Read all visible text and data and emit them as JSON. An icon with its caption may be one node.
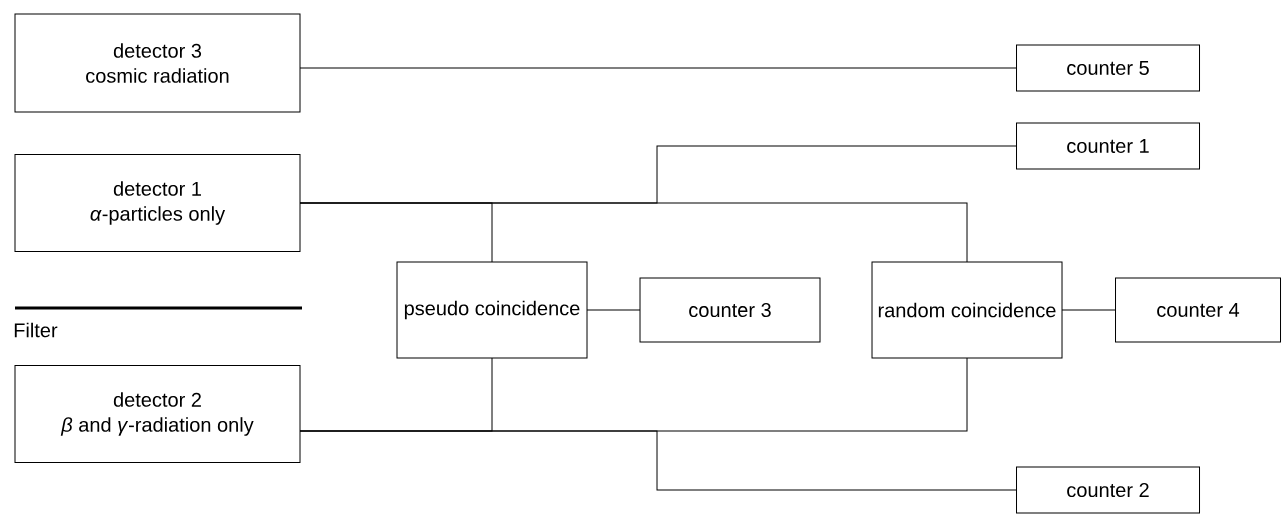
{
  "diagram": {
    "nodes": [
      {
        "text": [
          "detector 3",
          "cosmic radiation"
        ]
      },
      {
        "text": [
          "counter 5"
        ]
      },
      {
        "text": [
          "counter 1"
        ]
      },
      {
        "text": [
          "detector 1",
          "*α*-particles only"
        ]
      },
      {
        "text": [
          "pseudo coincidence"
        ]
      },
      {
        "text": [
          "counter 3"
        ]
      },
      {
        "text": [
          "random coincidence"
        ]
      },
      {
        "text": [
          "counter 4"
        ]
      },
      {
        "text": [
          "detector 2",
          "*β* and *γ*-radiation only"
        ]
      },
      {
        "text": [
          "counter 2"
        ]
      }
    ],
    "edges": [
      {
        "from": 0,
        "to": 1,
        "arrow": "none"
      },
      {
        "from": 3,
        "to": 4,
        "arrow": "none"
      },
      {
        "from": 3,
        "to": 6,
        "arrow": "none"
      },
      {
        "from": 3,
        "to": 2,
        "arrow": "none"
      },
      {
        "from": 8,
        "to": 4,
        "arrow": "none"
      },
      {
        "from": 8,
        "to": 6,
        "arrow": "none"
      },
      {
        "from": 8,
        "to": 9,
        "arrow": "none"
      },
      {
        "from": 4,
        "to": 5,
        "arrow": "none"
      },
      {
        "from": 6,
        "to": 7,
        "arrow": "none"
      }
    ],
    "labels": [
      "Filter"
    ]
  }
}
